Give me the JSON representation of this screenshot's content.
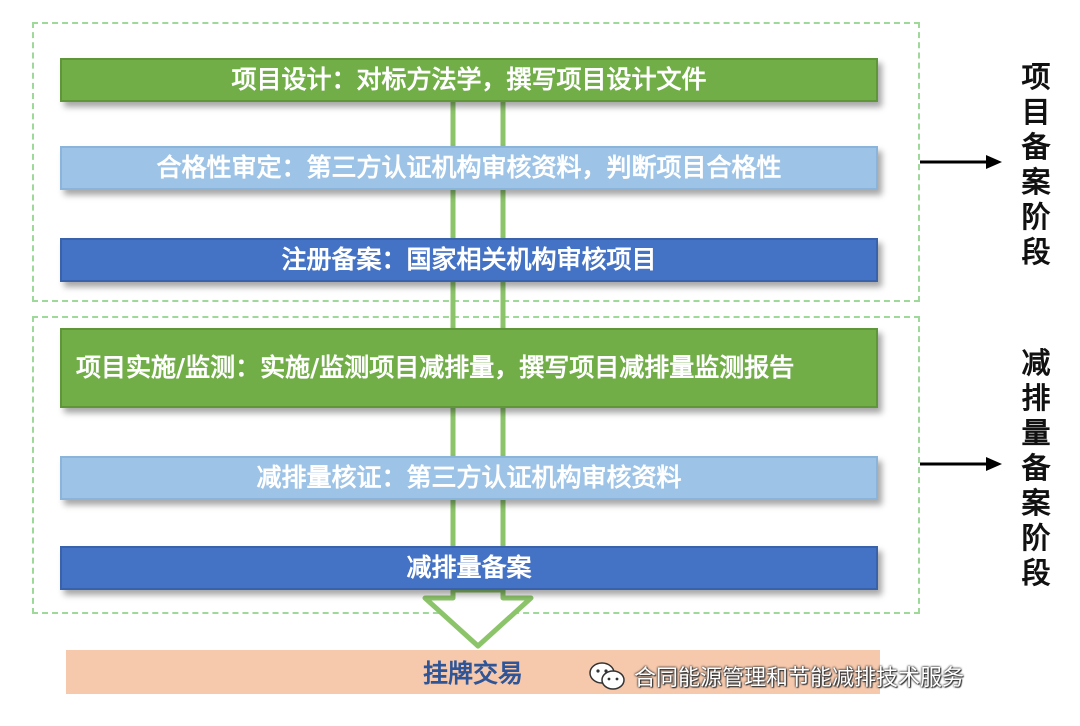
{
  "stages": [
    {
      "label": "项目备案阶段"
    },
    {
      "label": "减排量备案阶段"
    }
  ],
  "steps": [
    {
      "text": "项目设计：对标方法学，撰写项目设计文件"
    },
    {
      "text": "合格性审定：第三方认证机构审核资料，判断项目合格性"
    },
    {
      "text": "注册备案：国家相关机构审核项目"
    },
    {
      "text": "项目实施/监测：实施/监测项目减排量，撰写项目减排量监测报告"
    },
    {
      "text": "减排量核证：第三方认证机构审核资料"
    },
    {
      "text": "减排量备案"
    }
  ],
  "final_step": {
    "text": "挂牌交易"
  },
  "watermark": {
    "text": "合同能源管理和节能减排技术服务"
  },
  "colors": {
    "green": "#72ae48",
    "light_blue": "#9dc3e6",
    "blue": "#4472c4",
    "peach": "#f6c9ad",
    "connector": "#8cc46a",
    "dashed_border": "#9ed99a"
  }
}
